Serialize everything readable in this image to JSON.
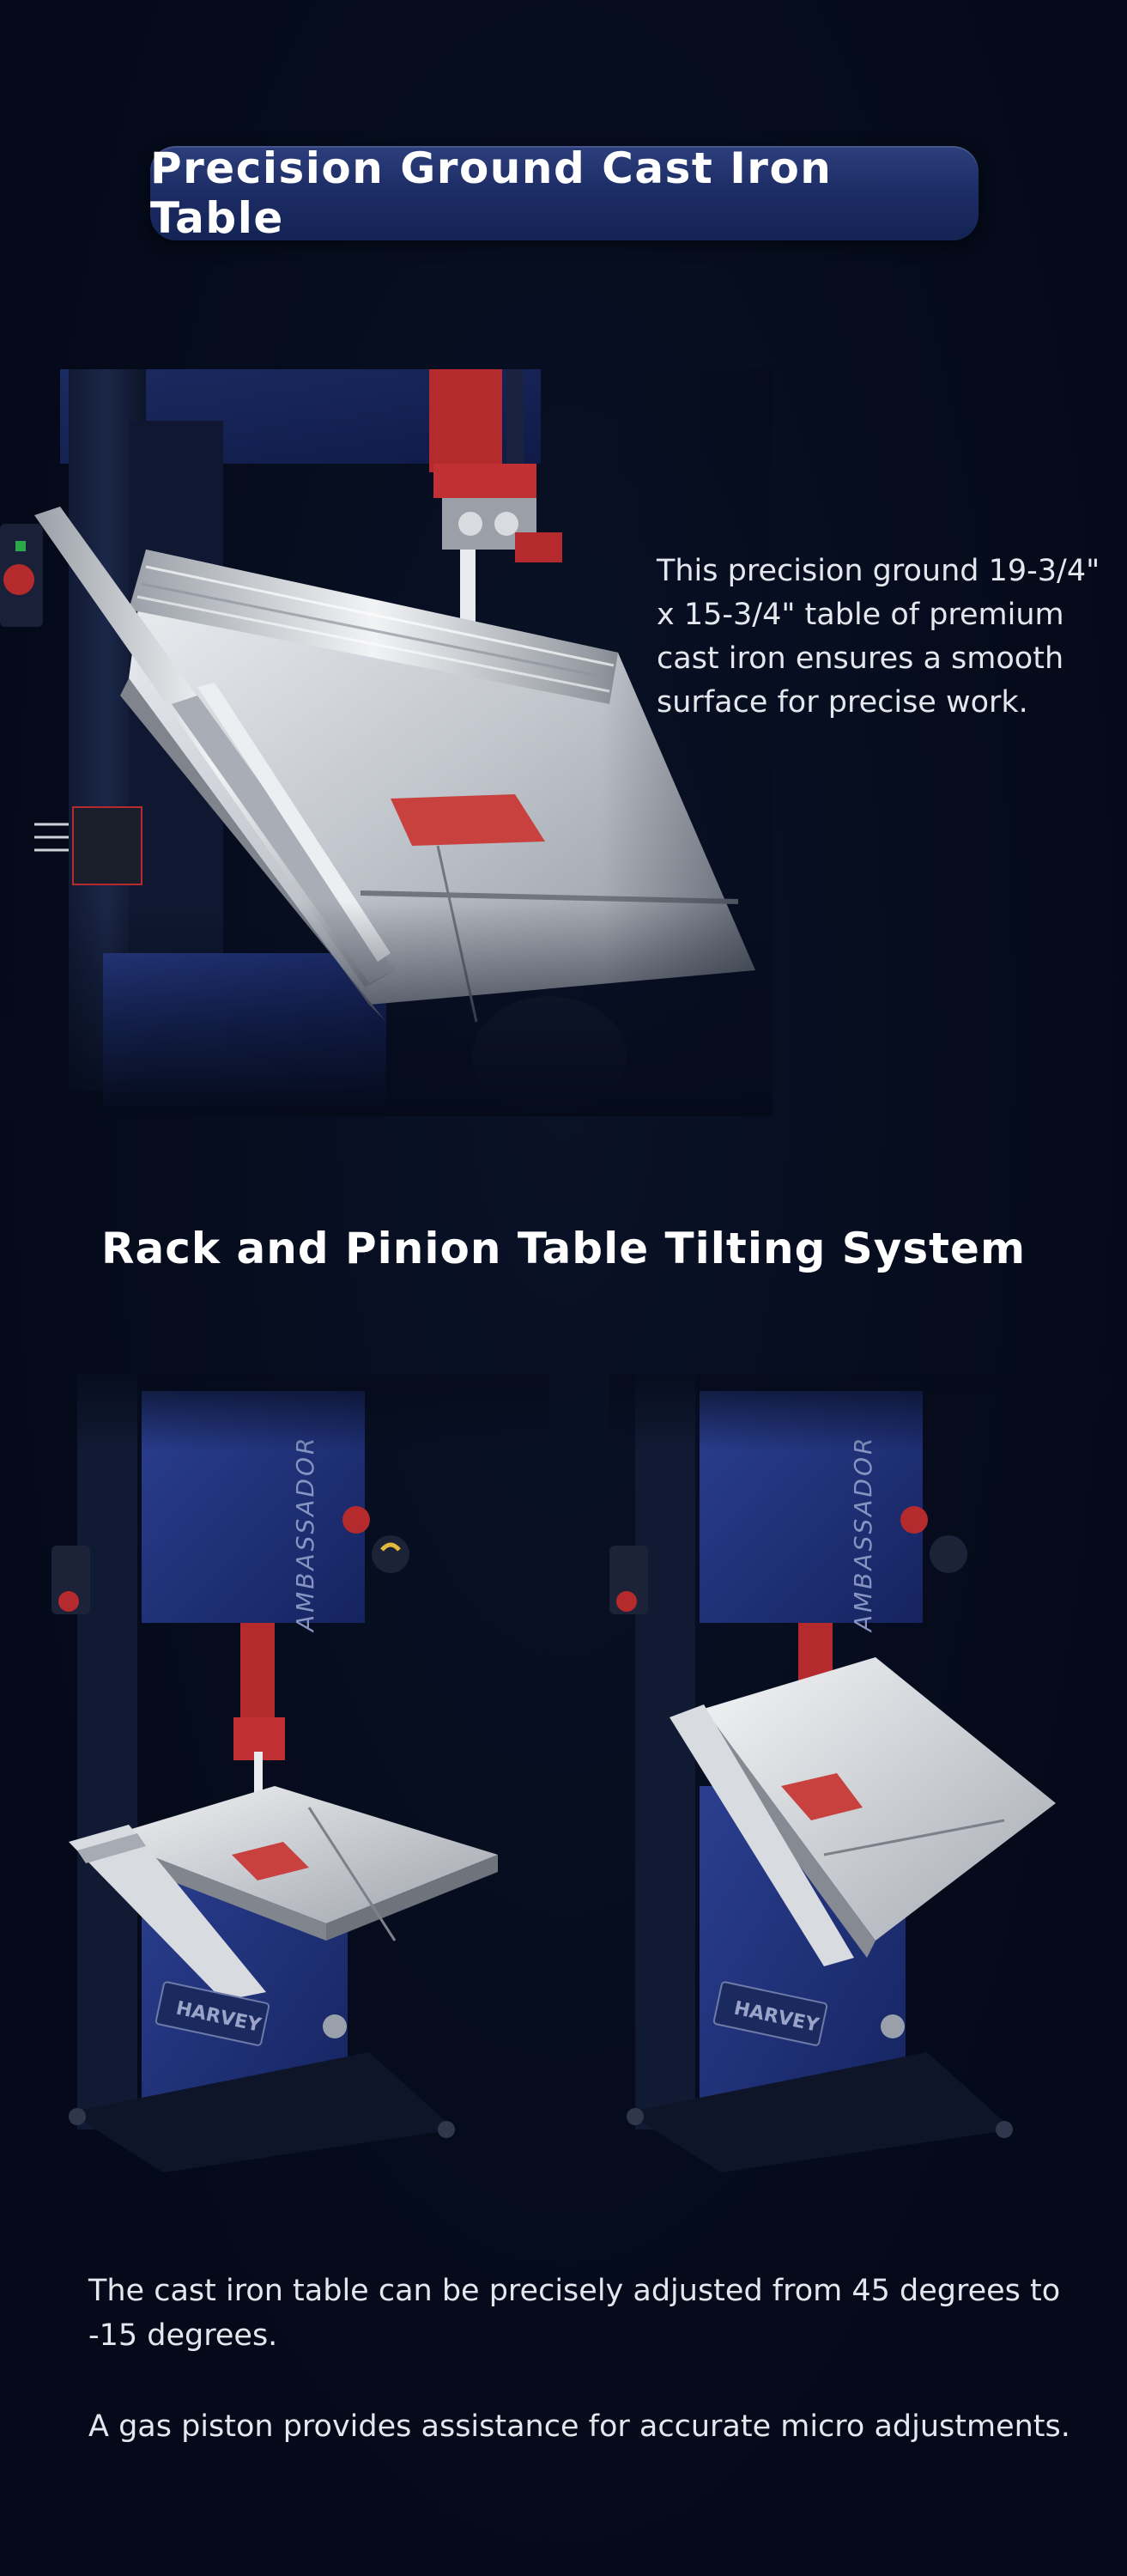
{
  "section1": {
    "title": "Precision Ground Cast Iron Table",
    "description": "This precision ground 19-3/4\" x 15-3/4\" table of premium cast iron ensures a smooth surface for precise work."
  },
  "section2": {
    "title": "Rack and Pinion Table Tilting System",
    "machine_model_text": "AMBASSADOR",
    "machine_brand_text": "HARVEY",
    "paragraph1": "The cast iron table can be precisely adjusted from 45 degrees to -15 degrees.",
    "paragraph2": "A gas piston provides assistance for accurate micro adjustments."
  },
  "colors": {
    "background": "#050b1b",
    "pill": "#1d2d66",
    "machine_blue": "#22347a",
    "machine_red": "#b52a2c",
    "table_silver": "#c9ccd2"
  }
}
